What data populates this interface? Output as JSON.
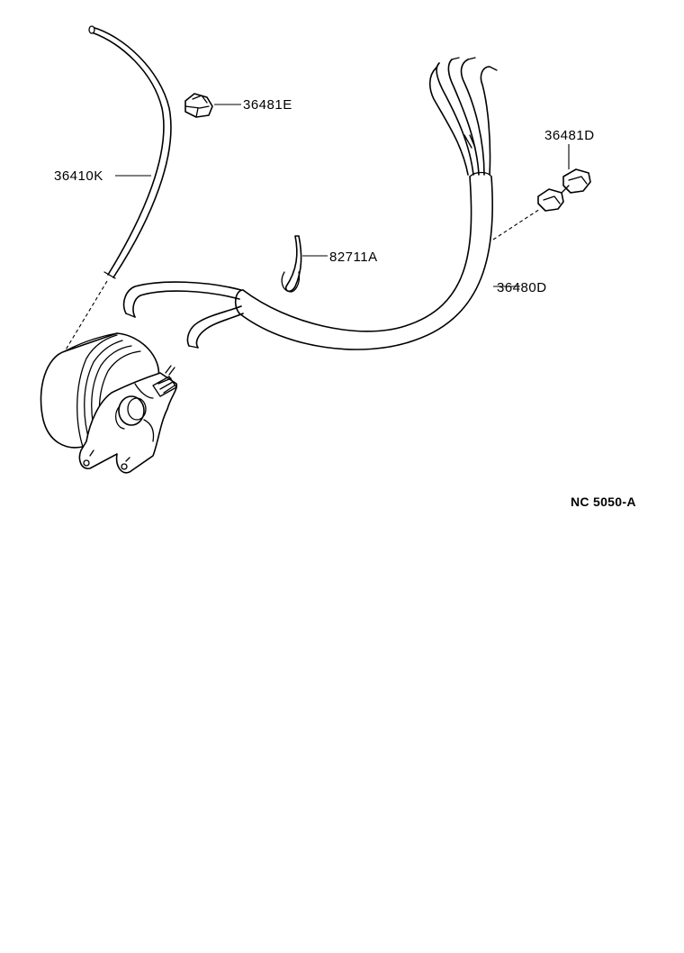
{
  "diagram": {
    "labels": {
      "outer_cable": "36410K",
      "clamp_e": "36481E",
      "clamp_d": "36481D",
      "band_clip": "82711A",
      "wire_harness": "36480D"
    },
    "code": "NC 5050-A"
  }
}
